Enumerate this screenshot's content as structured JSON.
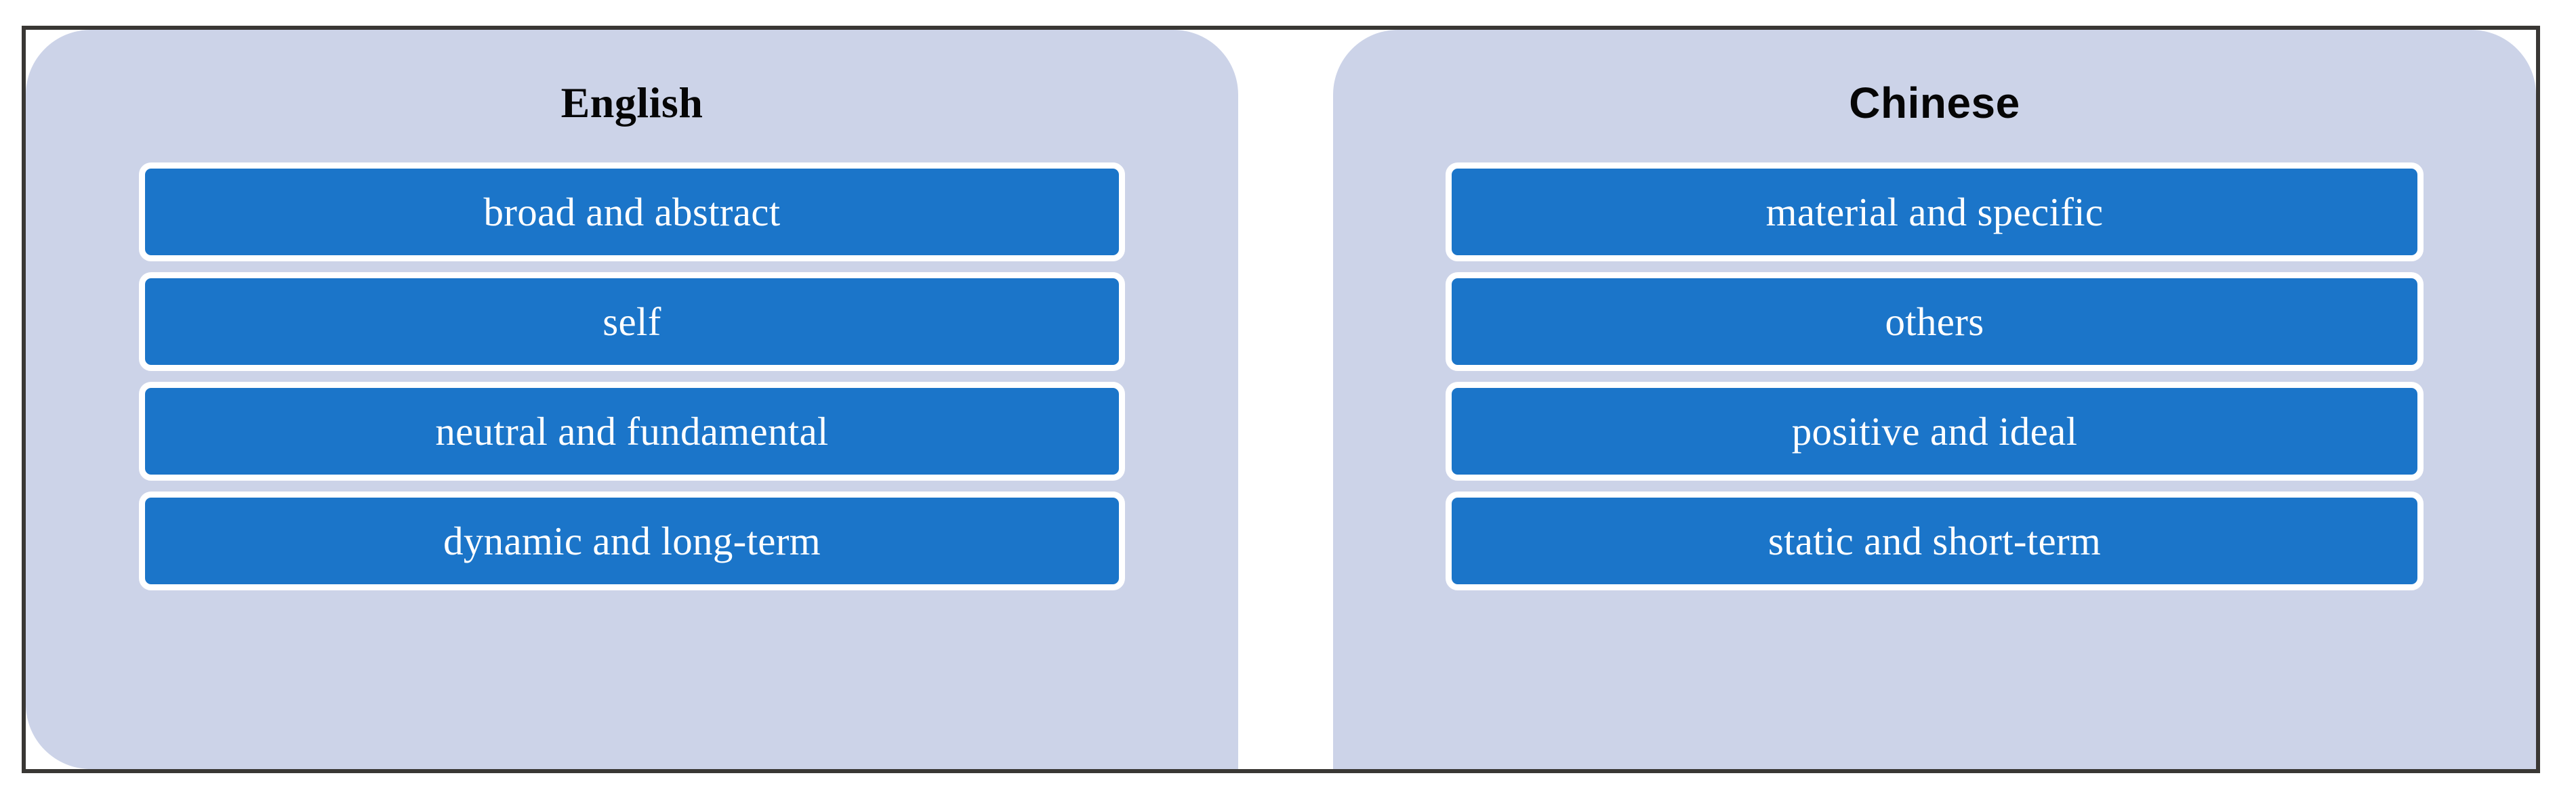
{
  "figure": {
    "type": "two-column-comparison",
    "frame_border_color": "#393734",
    "panel_background_color": "#CCD3E8",
    "item_background_color": "#1B75C9",
    "item_border_color": "#FFFFFF",
    "item_text_color": "#FFFFFF",
    "title_text_color": "#060606"
  },
  "columns": [
    {
      "id": "english",
      "title": "English",
      "items": [
        {
          "label": "broad and abstract"
        },
        {
          "label": "self"
        },
        {
          "label": "neutral and fundamental"
        },
        {
          "label": "dynamic and long-term"
        }
      ]
    },
    {
      "id": "chinese",
      "title": "Chinese",
      "items": [
        {
          "label": "material and specific"
        },
        {
          "label": "others"
        },
        {
          "label": "positive and ideal"
        },
        {
          "label": "static and short-term"
        }
      ]
    }
  ]
}
